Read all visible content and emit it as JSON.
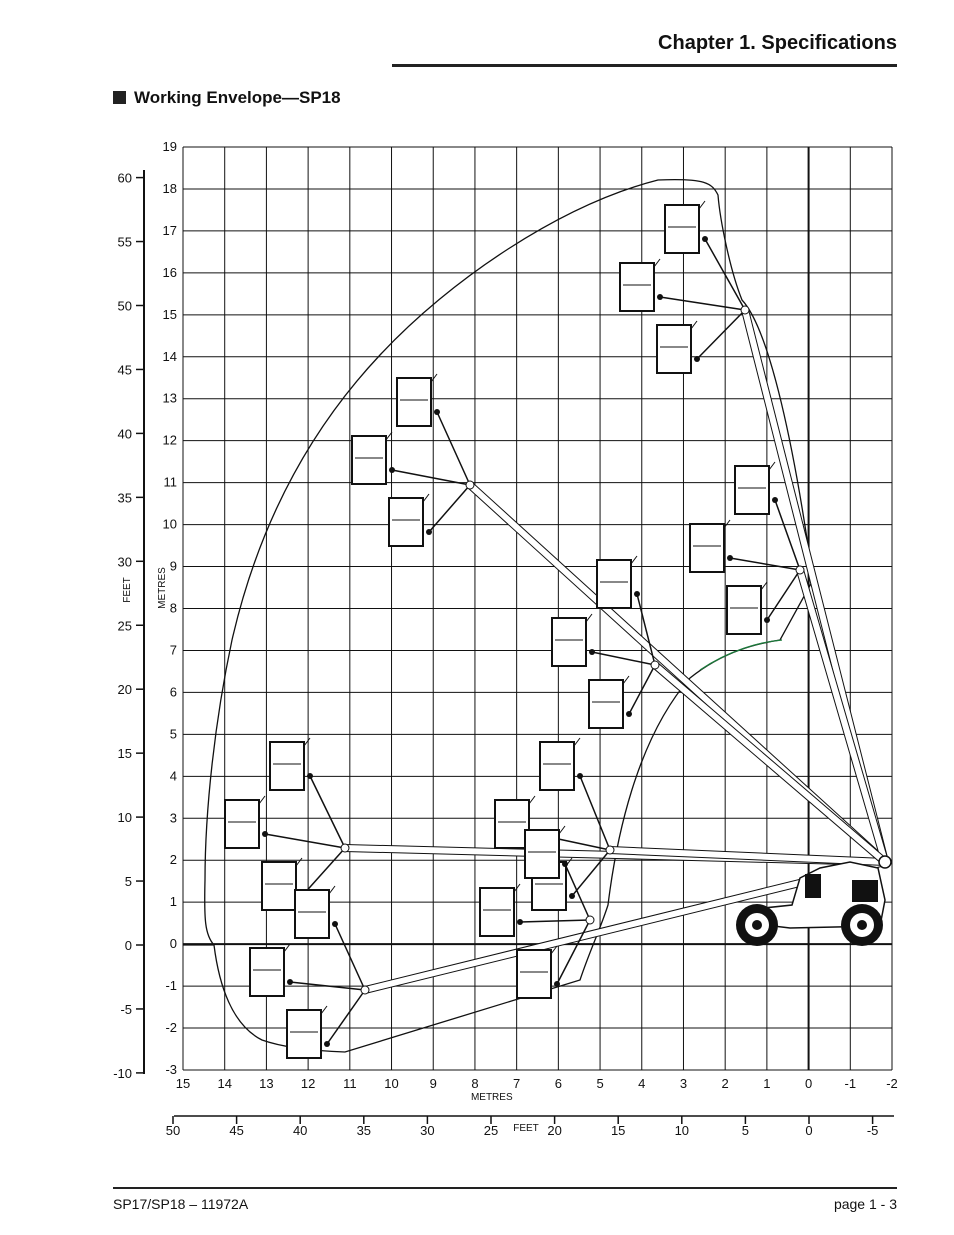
{
  "header": {
    "chapter_title": "Chapter 1. Specifications"
  },
  "section": {
    "title": "Working Envelope—SP18"
  },
  "diagram": {
    "metres_x_ticks": [
      "15",
      "14",
      "13",
      "12",
      "11",
      "10",
      "9",
      "8",
      "7",
      "6",
      "5",
      "4",
      "3",
      "2",
      "1",
      "0",
      "-1",
      "-2"
    ],
    "metres_y_ticks": [
      "19",
      "18",
      "17",
      "16",
      "15",
      "14",
      "13",
      "12",
      "11",
      "10",
      "9",
      "8",
      "7",
      "6",
      "5",
      "4",
      "3",
      "2",
      "1",
      "0",
      "-1",
      "-2",
      "-3"
    ],
    "feet_y_ticks": [
      "60",
      "55",
      "50",
      "45",
      "40",
      "35",
      "30",
      "25",
      "20",
      "15",
      "10",
      "5",
      "0",
      "-5",
      "-10"
    ],
    "feet_x_ticks": [
      "50",
      "45",
      "40",
      "35",
      "30",
      "25",
      "20",
      "15",
      "10",
      "5",
      "0",
      "-5"
    ],
    "metres_label_x": "METRES",
    "metres_label_y": "METRES",
    "feet_label_x": "FEET",
    "feet_label_y": "FEET"
  },
  "footer": {
    "doc_id": "SP17/SP18 – 11972A",
    "page": "page  1 - 3"
  }
}
